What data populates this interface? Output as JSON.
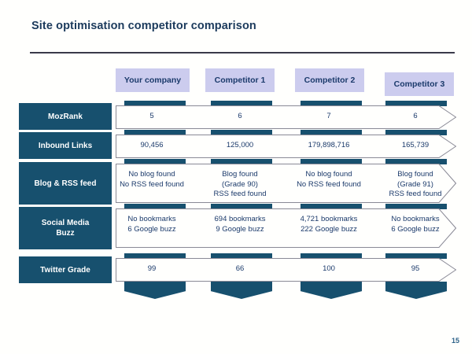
{
  "slide": {
    "title": "Site optimisation competitor comparison",
    "page_number": "15",
    "colors": {
      "dark_blue": "#17506e",
      "header_lavender": "#ccccee",
      "title_navy": "#1b3a5c",
      "text_blue": "#1b3a6b",
      "rule_gray": "#3a3a4a",
      "box_border": "#8a8a96",
      "background": "#fffffd"
    }
  },
  "columns": [
    {
      "label": "Your company"
    },
    {
      "label": "Competitor 1"
    },
    {
      "label": "Competitor 2"
    },
    {
      "label": "Competitor 3"
    }
  ],
  "rows": [
    {
      "label": "MozRank",
      "cells": [
        "5",
        "6",
        "7",
        "6"
      ]
    },
    {
      "label": "Inbound Links",
      "cells": [
        "90,456",
        "125,000",
        "179,898,716",
        "165,739"
      ]
    },
    {
      "label": "Blog & RSS feed",
      "cells": [
        "No blog found\nNo RSS feed found",
        "Blog found\n(Grade 90)\nRSS feed found",
        "No blog found\nNo RSS feed found",
        "Blog found\n(Grade 91)\nRSS feed found"
      ]
    },
    {
      "label": "Social Media Buzz",
      "cells": [
        "No bookmarks\n6 Google buzz",
        "694 bookmarks\n9 Google buzz",
        "4,721 bookmarks\n222 Google buzz",
        "No bookmarks\n6 Google buzz"
      ]
    },
    {
      "label": "Twitter Grade",
      "cells": [
        "99",
        "66",
        "100",
        "95"
      ]
    }
  ]
}
